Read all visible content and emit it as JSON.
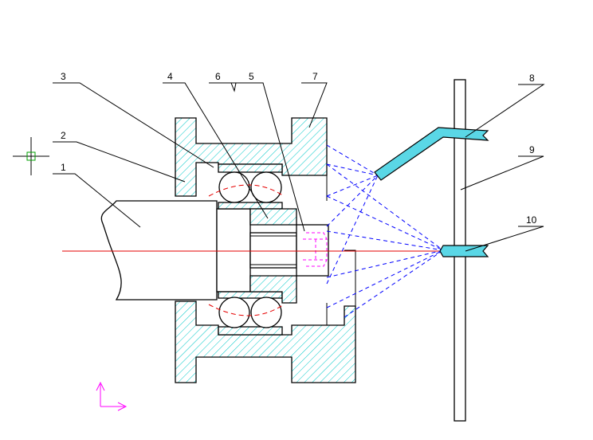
{
  "labels": {
    "l1": "1",
    "l2": "2",
    "l3": "3",
    "l4": "4",
    "l5": "5",
    "l6": "6",
    "l7": "7",
    "l8": "8",
    "l9": "9",
    "l10": "10"
  },
  "colors": {
    "hatch": "#00c8c8",
    "hatch_fill": "#ffffff",
    "nozzle": "#5ad7e6",
    "spray": "#0000ff",
    "centerline": "#e60000",
    "hidden": "#ff00ff",
    "ucs": "#ff00ff",
    "cursor": "#00a000"
  }
}
